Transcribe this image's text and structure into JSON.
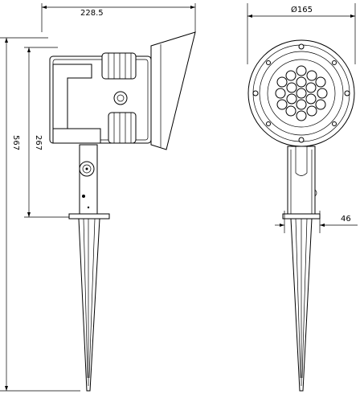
{
  "drawing": {
    "dimensions": {
      "width_top": "228.5",
      "diameter": "Ø165",
      "total_height": "567",
      "head_height": "267",
      "stake_width": "46"
    }
  }
}
